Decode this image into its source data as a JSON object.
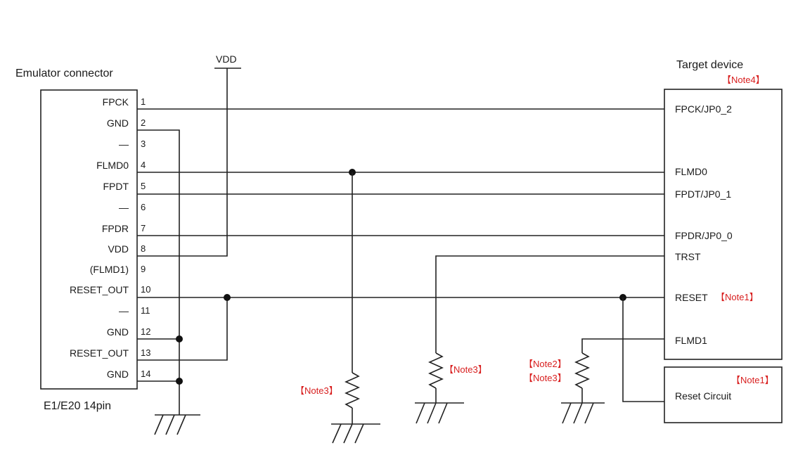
{
  "emulator": {
    "title": "Emulator connector",
    "caption": "E1/E20 14pin",
    "pins": [
      {
        "num": "1",
        "label": "FPCK"
      },
      {
        "num": "2",
        "label": "GND"
      },
      {
        "num": "3",
        "label": "—"
      },
      {
        "num": "4",
        "label": "FLMD0"
      },
      {
        "num": "5",
        "label": "FPDT"
      },
      {
        "num": "6",
        "label": "—"
      },
      {
        "num": "7",
        "label": "FPDR"
      },
      {
        "num": "8",
        "label": "VDD"
      },
      {
        "num": "9",
        "label": "(FLMD1)"
      },
      {
        "num": "10",
        "label": "RESET_OUT"
      },
      {
        "num": "11",
        "label": "—"
      },
      {
        "num": "12",
        "label": "GND"
      },
      {
        "num": "13",
        "label": "RESET_OUT"
      },
      {
        "num": "14",
        "label": "GND"
      }
    ]
  },
  "vdd_label": "VDD",
  "target": {
    "title": "Target device",
    "note": "【Note4】",
    "signals": [
      "FPCK/JP0_2",
      "FLMD0",
      "FPDT/JP0_1",
      "FPDR/JP0_0",
      "TRST",
      "RESET",
      "FLMD1"
    ],
    "reset_note": "【Note1】"
  },
  "reset_circuit": {
    "label": "Reset Circuit",
    "note": "【Note1】"
  },
  "resistor_notes": {
    "flmd0": "【Note3】",
    "trst": "【Note3】",
    "flmd1_a": "【Note2】",
    "flmd1_b": "【Note3】"
  }
}
